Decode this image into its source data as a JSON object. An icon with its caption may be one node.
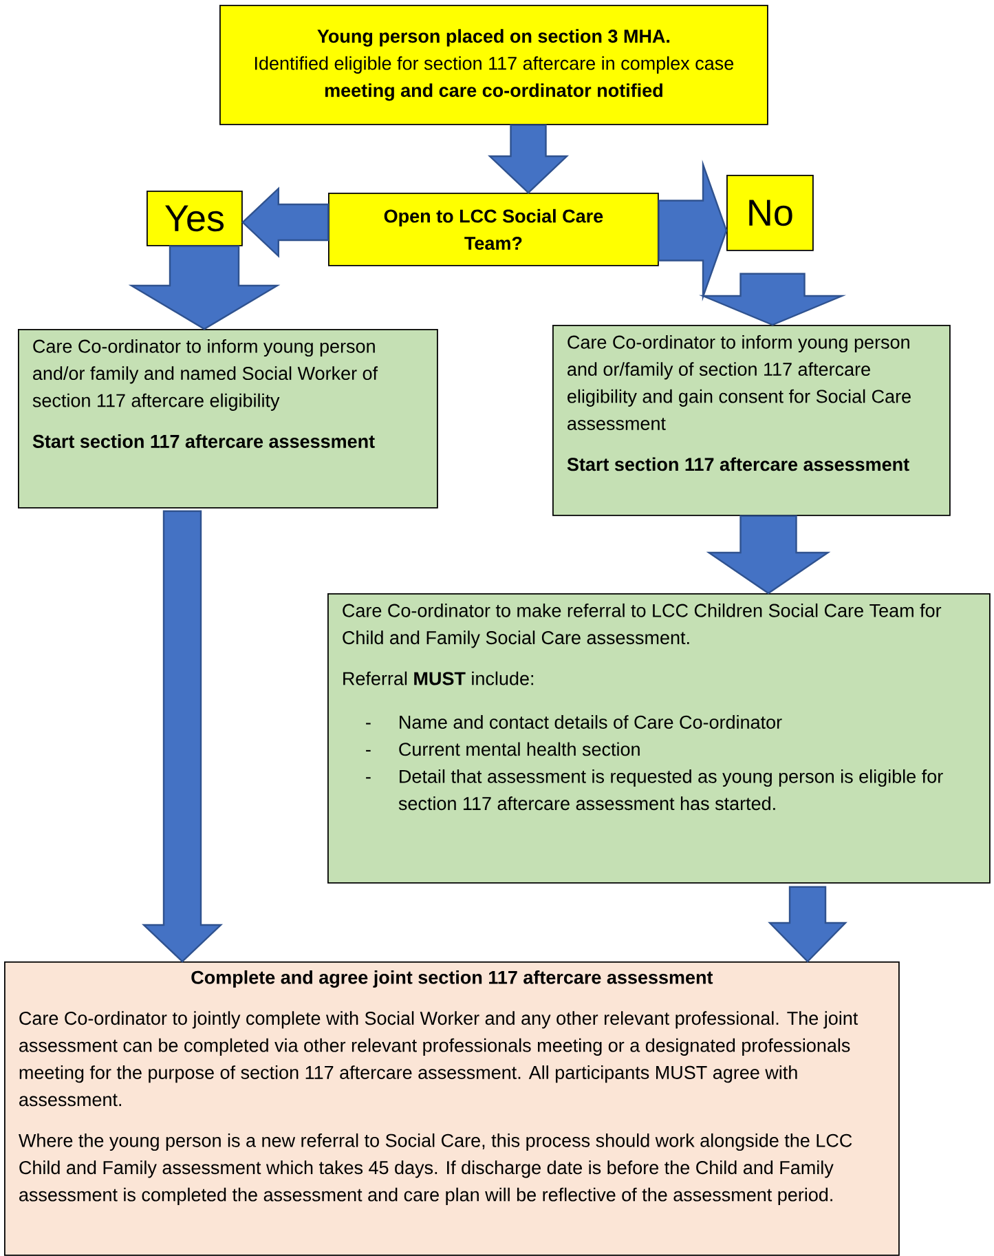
{
  "diagram": {
    "nodes": [
      {
        "text": [
          "Young person placed on section 3 MHA.",
          "Identified eligible for section 117 aftercare in complex case **meeting and care co-ordinator notified**"
        ]
      },
      {
        "text": [
          "Open to LCC Social Care Team?"
        ]
      },
      {
        "text": [
          "Yes"
        ]
      },
      {
        "text": [
          "No"
        ]
      },
      {
        "text": [
          "Care Co-ordinator to inform young person and/or family and named Social Worker of section 117 aftercare eligibility",
          "Start section 117 aftercare assessment"
        ]
      },
      {
        "text": [
          "Care Co-ordinator to inform young person and or/family of section 117 aftercare eligibility and gain consent for Social Care assessment",
          "Start section 117 aftercare assessment"
        ]
      },
      {
        "text": [
          "Care Co-ordinator to make referral to LCC Children Social Care Team for Child and Family Social Care assessment.",
          "Referral **MUST** include:",
          "Name and contact details of Care Co-ordinator",
          "Current mental health section",
          "Detail that assessment is requested as young person is eligible for section 117 aftercare assessment has started."
        ]
      },
      {
        "text": [
          "Complete and agree joint section 117 aftercare assessment",
          "Care Co-ordinator to jointly complete with Social Worker and any other relevant professional. The joint assessment can be completed via other relevant professionals meeting or a designated professionals meeting for the purpose of section 117 aftercare assessment. All participants MUST agree with assessment.",
          "Where the young person is a new referral to Social Care, this process should work alongside the LCC Child and Family assessment which takes 45 days. If discharge date is before the Child and Family assessment is completed the assessment and care plan will be reflective of the assessment period."
        ]
      }
    ],
    "edges": [
      {
        "from": 0,
        "to": 1,
        "arrow": "to"
      },
      {
        "from": 1,
        "to": 2,
        "arrow": "to"
      },
      {
        "from": 1,
        "to": 3,
        "arrow": "to"
      },
      {
        "from": 2,
        "to": 4,
        "arrow": "to"
      },
      {
        "from": 3,
        "to": 5,
        "arrow": "to"
      },
      {
        "from": 4,
        "to": 7,
        "arrow": "to"
      },
      {
        "from": 5,
        "to": 6,
        "arrow": "to"
      },
      {
        "from": 6,
        "to": 7,
        "arrow": "to"
      }
    ],
    "labels": [
      "-",
      "-",
      "-"
    ]
  }
}
